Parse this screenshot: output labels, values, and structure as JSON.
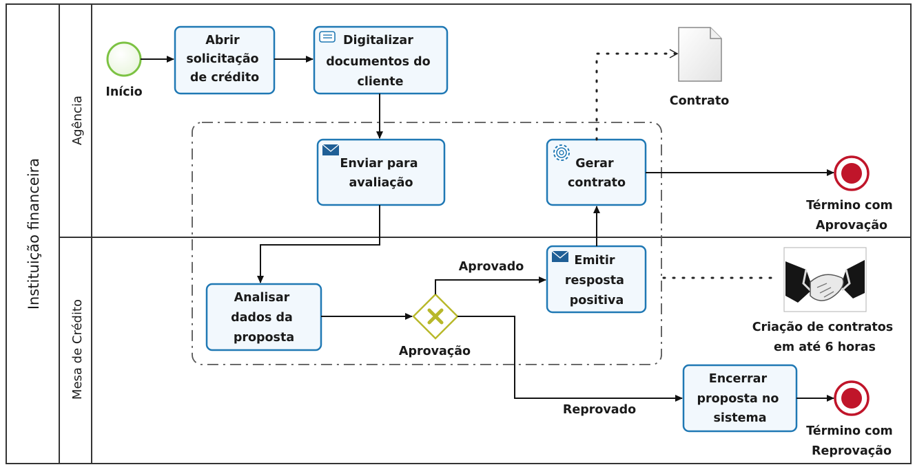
{
  "pool": {
    "label": "Instituição financeira"
  },
  "lanes": {
    "agencia": "Agência",
    "mesa": "Mesa de Crédito"
  },
  "events": {
    "inicio": "Início",
    "termino_aprovacao": [
      "Término com",
      "Aprovação"
    ],
    "termino_reprovacao": [
      "Término com",
      "Reprovação"
    ]
  },
  "tasks": {
    "abrir": [
      "Abrir",
      "solicitação",
      "de crédito"
    ],
    "digitalizar": [
      "Digitalizar",
      "documentos do",
      "cliente"
    ],
    "enviar": [
      "Enviar para",
      "avaliação"
    ],
    "gerar": [
      "Gerar",
      "contrato"
    ],
    "analisar": [
      "Analisar",
      "dados da",
      "proposta"
    ],
    "emitir": [
      "Emitir",
      "resposta",
      "positiva"
    ],
    "encerrar": [
      "Encerrar",
      "proposta no",
      "sistema"
    ]
  },
  "gateway": {
    "label": "Aprovação"
  },
  "flow_labels": {
    "aprovado": "Aprovado",
    "reprovado": "Reprovado"
  },
  "artifacts": {
    "contrato": "Contrato",
    "annotation": [
      "Criação de contratos",
      "em até 6 horas"
    ]
  },
  "icons": {
    "gerar": "gear-icon",
    "enviar": "envelope-icon",
    "emitir": "envelope-icon",
    "digitalizar": "manual-task-icon",
    "annotation": "handshake-icon"
  },
  "colors": {
    "task_border": "#1f78b4",
    "task_fill": "#f2f8fd",
    "start_event": "#7cc243",
    "end_event": "#c0152a",
    "gateway": "#b8b82a"
  }
}
